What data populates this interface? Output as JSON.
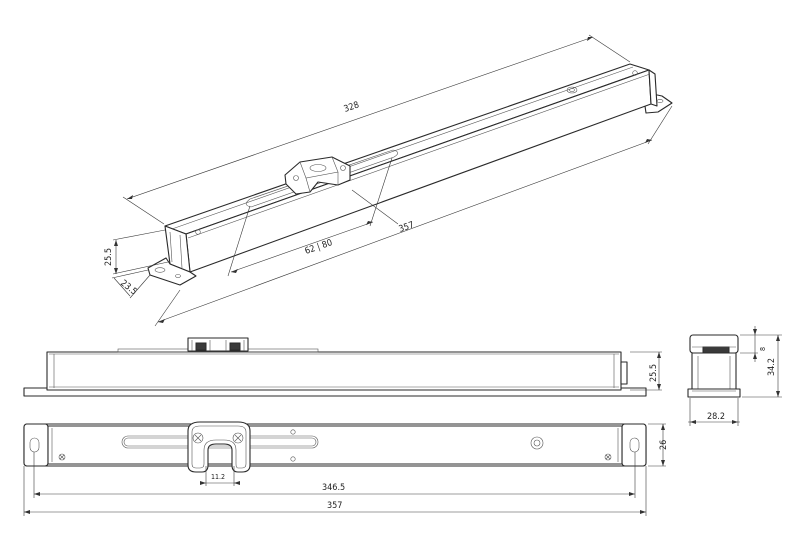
{
  "drawing": {
    "iso_view": {
      "length_top": "328",
      "length_overall": "357",
      "stroke_range": "62 | 80",
      "height": "25.5",
      "width": "23.5"
    },
    "front_view": {
      "height": "25.5"
    },
    "side_view": {
      "top_offset": "8",
      "height": "34.2",
      "width": "28.2"
    },
    "top_view": {
      "width": "26",
      "gap": "11.2",
      "hole_span": "346.5",
      "length": "357"
    }
  }
}
